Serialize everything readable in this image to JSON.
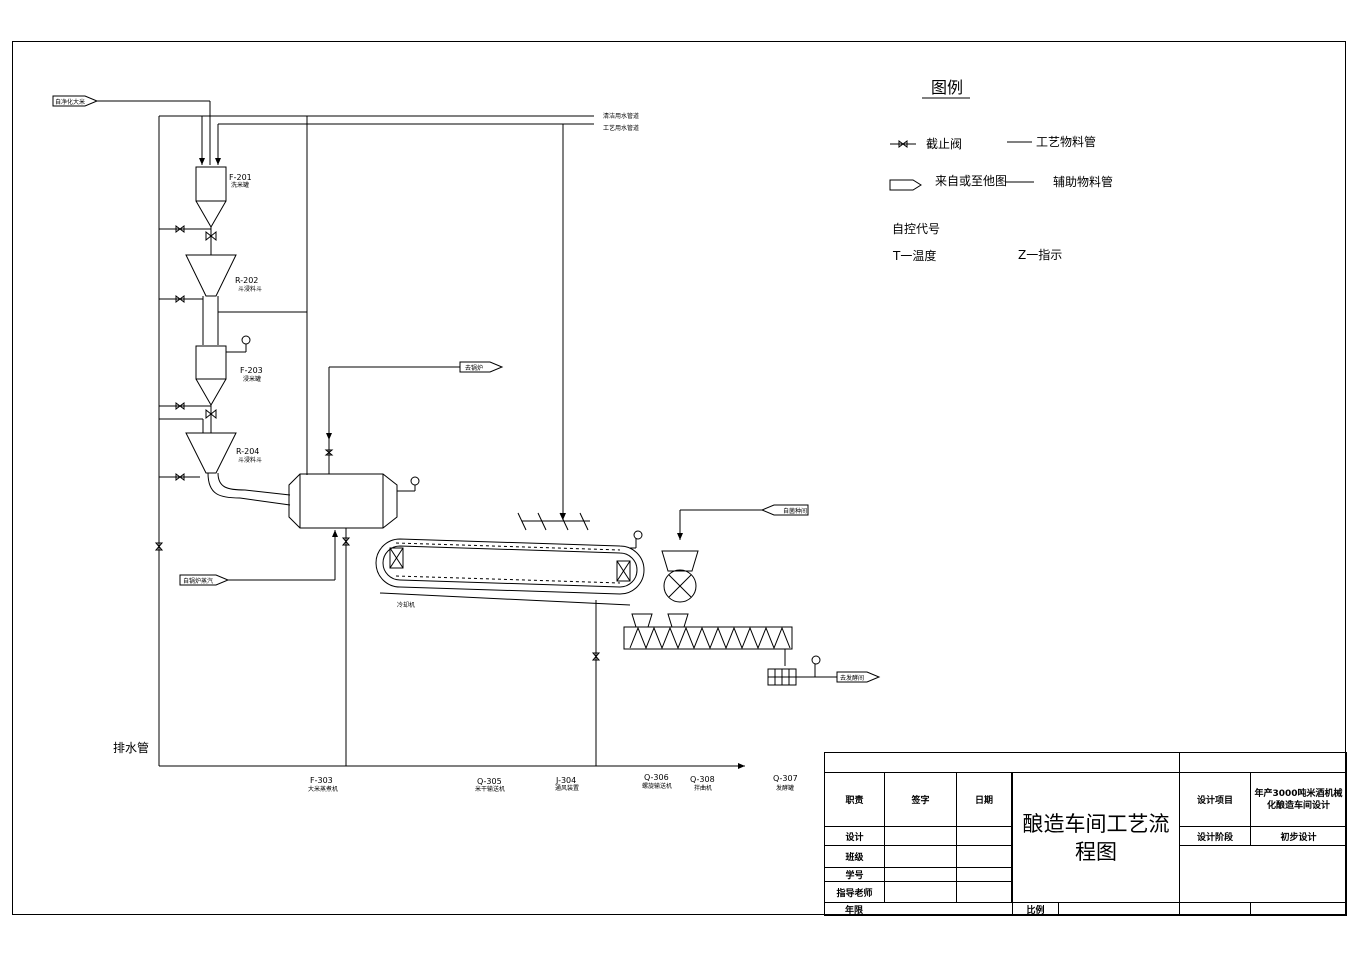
{
  "legend": {
    "title": "图例",
    "valve": "截止阀",
    "process_line": "工艺物料管",
    "from_arrow": "来自或至他图",
    "aux_line": "辅助物料管",
    "control_code_title": "自控代号",
    "temp": "T一温度",
    "indicate": "Z一指示"
  },
  "pipes": {
    "inlet_top": "自净化大米",
    "top_line_1": "清洁用水管道",
    "top_line_2": "工艺用水管道",
    "to_boiler": "去锅炉",
    "from_boiler_steam": "自锅炉蒸汽",
    "from_koji": "自菌种间",
    "to_ferment": "去发酵间",
    "drain": "排水管"
  },
  "equipment_labels": {
    "f201": {
      "code": "F-201",
      "name": "洗米罐"
    },
    "r202": {
      "code": "R-202",
      "name": "斗浸料斗"
    },
    "f203": {
      "code": "F-203",
      "name": "浸米罐"
    },
    "r204": {
      "code": "R-204",
      "name": "斗浸料斗"
    },
    "cooler": "冷却机"
  },
  "bottom_labels": [
    {
      "code": "F-303",
      "name": "大米蒸煮机"
    },
    {
      "code": "Q-305",
      "name": "米干输送机"
    },
    {
      "code": "J-304",
      "name": "通风装置"
    },
    {
      "code": "Q-306",
      "name": "螺旋输送机"
    },
    {
      "code": "Q-308",
      "name": "拌曲机"
    },
    {
      "code": "Q-307",
      "name": "发酵罐"
    }
  ],
  "title_block": {
    "role": "职责",
    "sign": "签字",
    "date": "日期",
    "design": "设计",
    "class": "班级",
    "student_id": "学号",
    "advisor": "指导老师",
    "year": "年限",
    "scale": "比例",
    "drawing_title": "酿造车间工艺流程图",
    "project_label": "设计项目",
    "project_value": "年产3000吨米酒机械化酿造车间设计",
    "stage_label": "设计阶段",
    "stage_value": "初步设计"
  }
}
